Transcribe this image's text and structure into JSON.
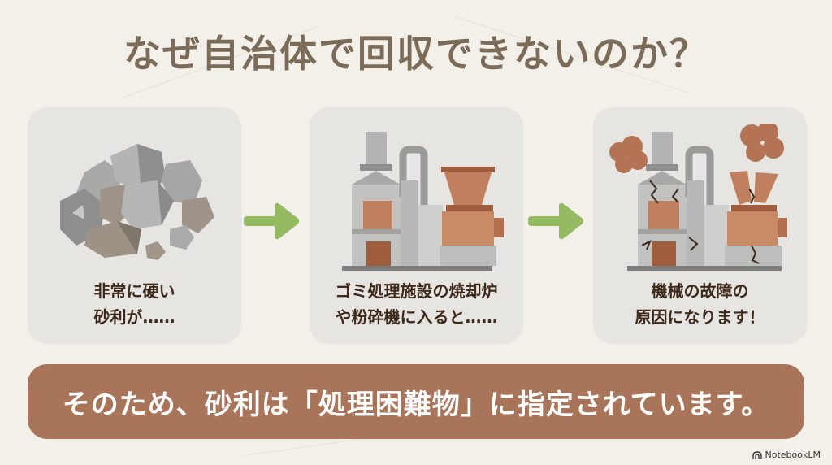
{
  "slide": {
    "title": "なぜ自治体で回収できないのか？",
    "steps": [
      {
        "icon": "gravel-pile-icon",
        "caption_line1": "非常に硬い",
        "caption_line2": "砂利が……"
      },
      {
        "icon": "incinerator-crusher-icon",
        "caption_line1": "ゴミ処理施設の焼却炉",
        "caption_line2": "や粉砕機に入ると……"
      },
      {
        "icon": "broken-machine-icon",
        "caption_line1": "機械の故障の",
        "caption_line2": "原因になります！"
      }
    ],
    "arrows": [
      "arrow-right-icon",
      "arrow-right-icon"
    ],
    "conclusion": "そのため、砂利は「処理困難物」に指定されています。",
    "watermark": "NotebookLM"
  },
  "colors": {
    "background": "#f3f0e9",
    "title": "#7b6b59",
    "card": "#e6e5e1",
    "caption": "#3d2a1c",
    "arrow": "#94bb62",
    "banner": "#a9755a",
    "banner_text": "#ffffff",
    "machine_gray": "#b8b8b6",
    "machine_copper": "#c0805f"
  }
}
